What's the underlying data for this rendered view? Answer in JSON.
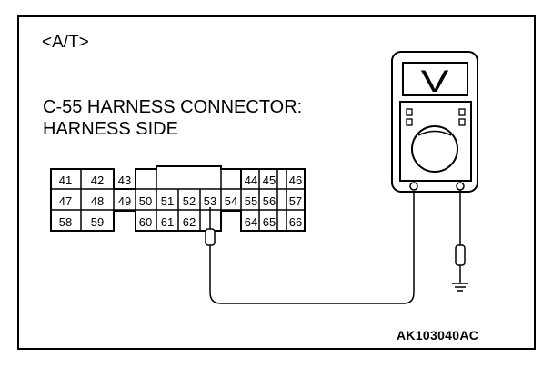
{
  "diagram": {
    "variant_label": "<A/T>",
    "connector_title_line1": "C-55 HARNESS CONNECTOR:",
    "connector_title_line2": "HARNESS SIDE",
    "figure_code": "AK103040AC",
    "meter_display_symbol": "V",
    "pins": {
      "row1": [
        "41",
        "42",
        "43",
        "44",
        "45",
        "46"
      ],
      "row2": [
        "47",
        "48",
        "49",
        "50",
        "51",
        "52",
        "53",
        "54",
        "55",
        "56",
        "57"
      ],
      "row3": [
        "58",
        "59",
        "60",
        "61",
        "62",
        "64",
        "65",
        "66"
      ]
    },
    "probed_pin": "53"
  }
}
